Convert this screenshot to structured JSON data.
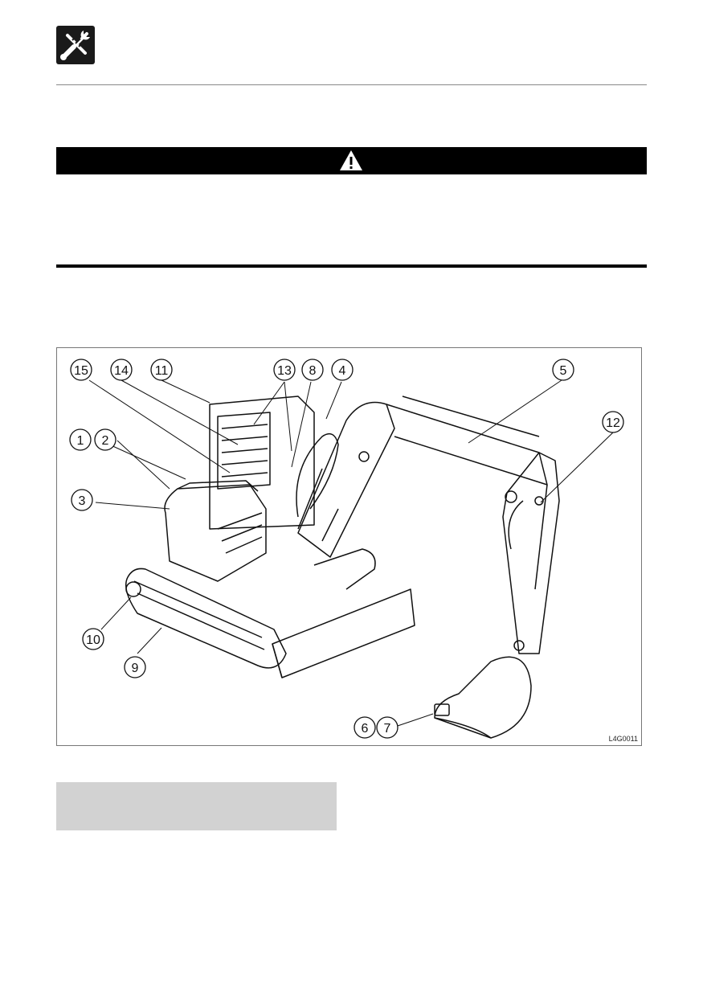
{
  "header": {
    "icon": "wrench-screwdriver-icon"
  },
  "warning": {
    "icon": "warning-triangle-icon"
  },
  "figure": {
    "code": "L4G0011",
    "callouts": [
      "15",
      "14",
      "11",
      "13",
      "8",
      "4",
      "5",
      "12",
      "1",
      "2",
      "3",
      "10",
      "9",
      "6",
      "7"
    ]
  }
}
